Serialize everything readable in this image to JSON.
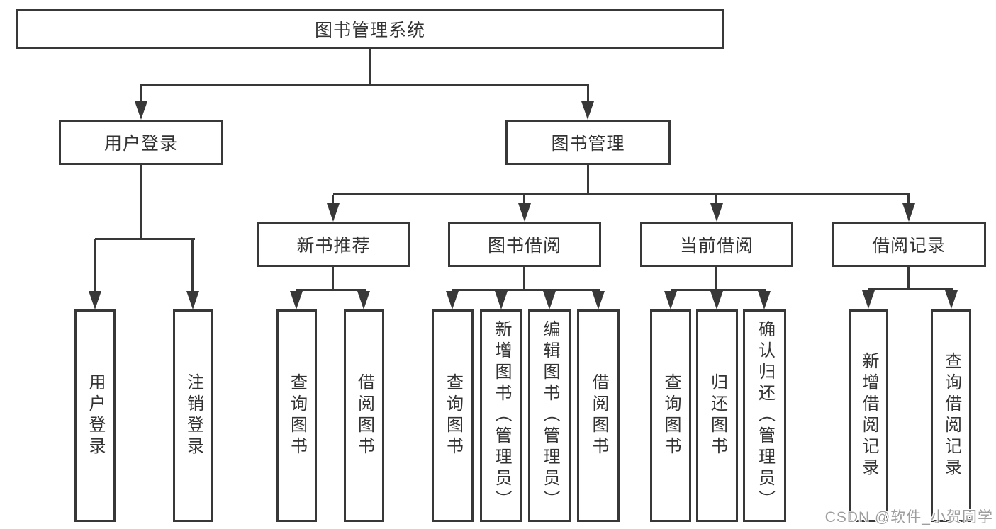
{
  "tree": {
    "root": "图书管理系统",
    "children": [
      {
        "label": "用户登录",
        "children": [
          "用户登录",
          "注销登录"
        ]
      },
      {
        "label": "图书管理",
        "children": [
          {
            "label": "新书推荐",
            "children": [
              "查询图书",
              "借阅图书"
            ]
          },
          {
            "label": "图书借阅",
            "children": [
              "查询图书",
              "新增图书（管理员）",
              "编辑图书（管理员）",
              "借阅图书"
            ]
          },
          {
            "label": "当前借阅",
            "children": [
              "查询图书",
              "归还图书",
              "确认归还（管理员）"
            ]
          },
          {
            "label": "借阅记录",
            "children": [
              "新增借阅记录",
              "查询借阅记录"
            ]
          }
        ]
      }
    ]
  },
  "watermark": {
    "text": "CSDN @软件_小贺同学",
    "color": "#9e9e9e"
  },
  "colors": {
    "line": "#383838",
    "text": "#333333",
    "background": "#ffffff"
  }
}
